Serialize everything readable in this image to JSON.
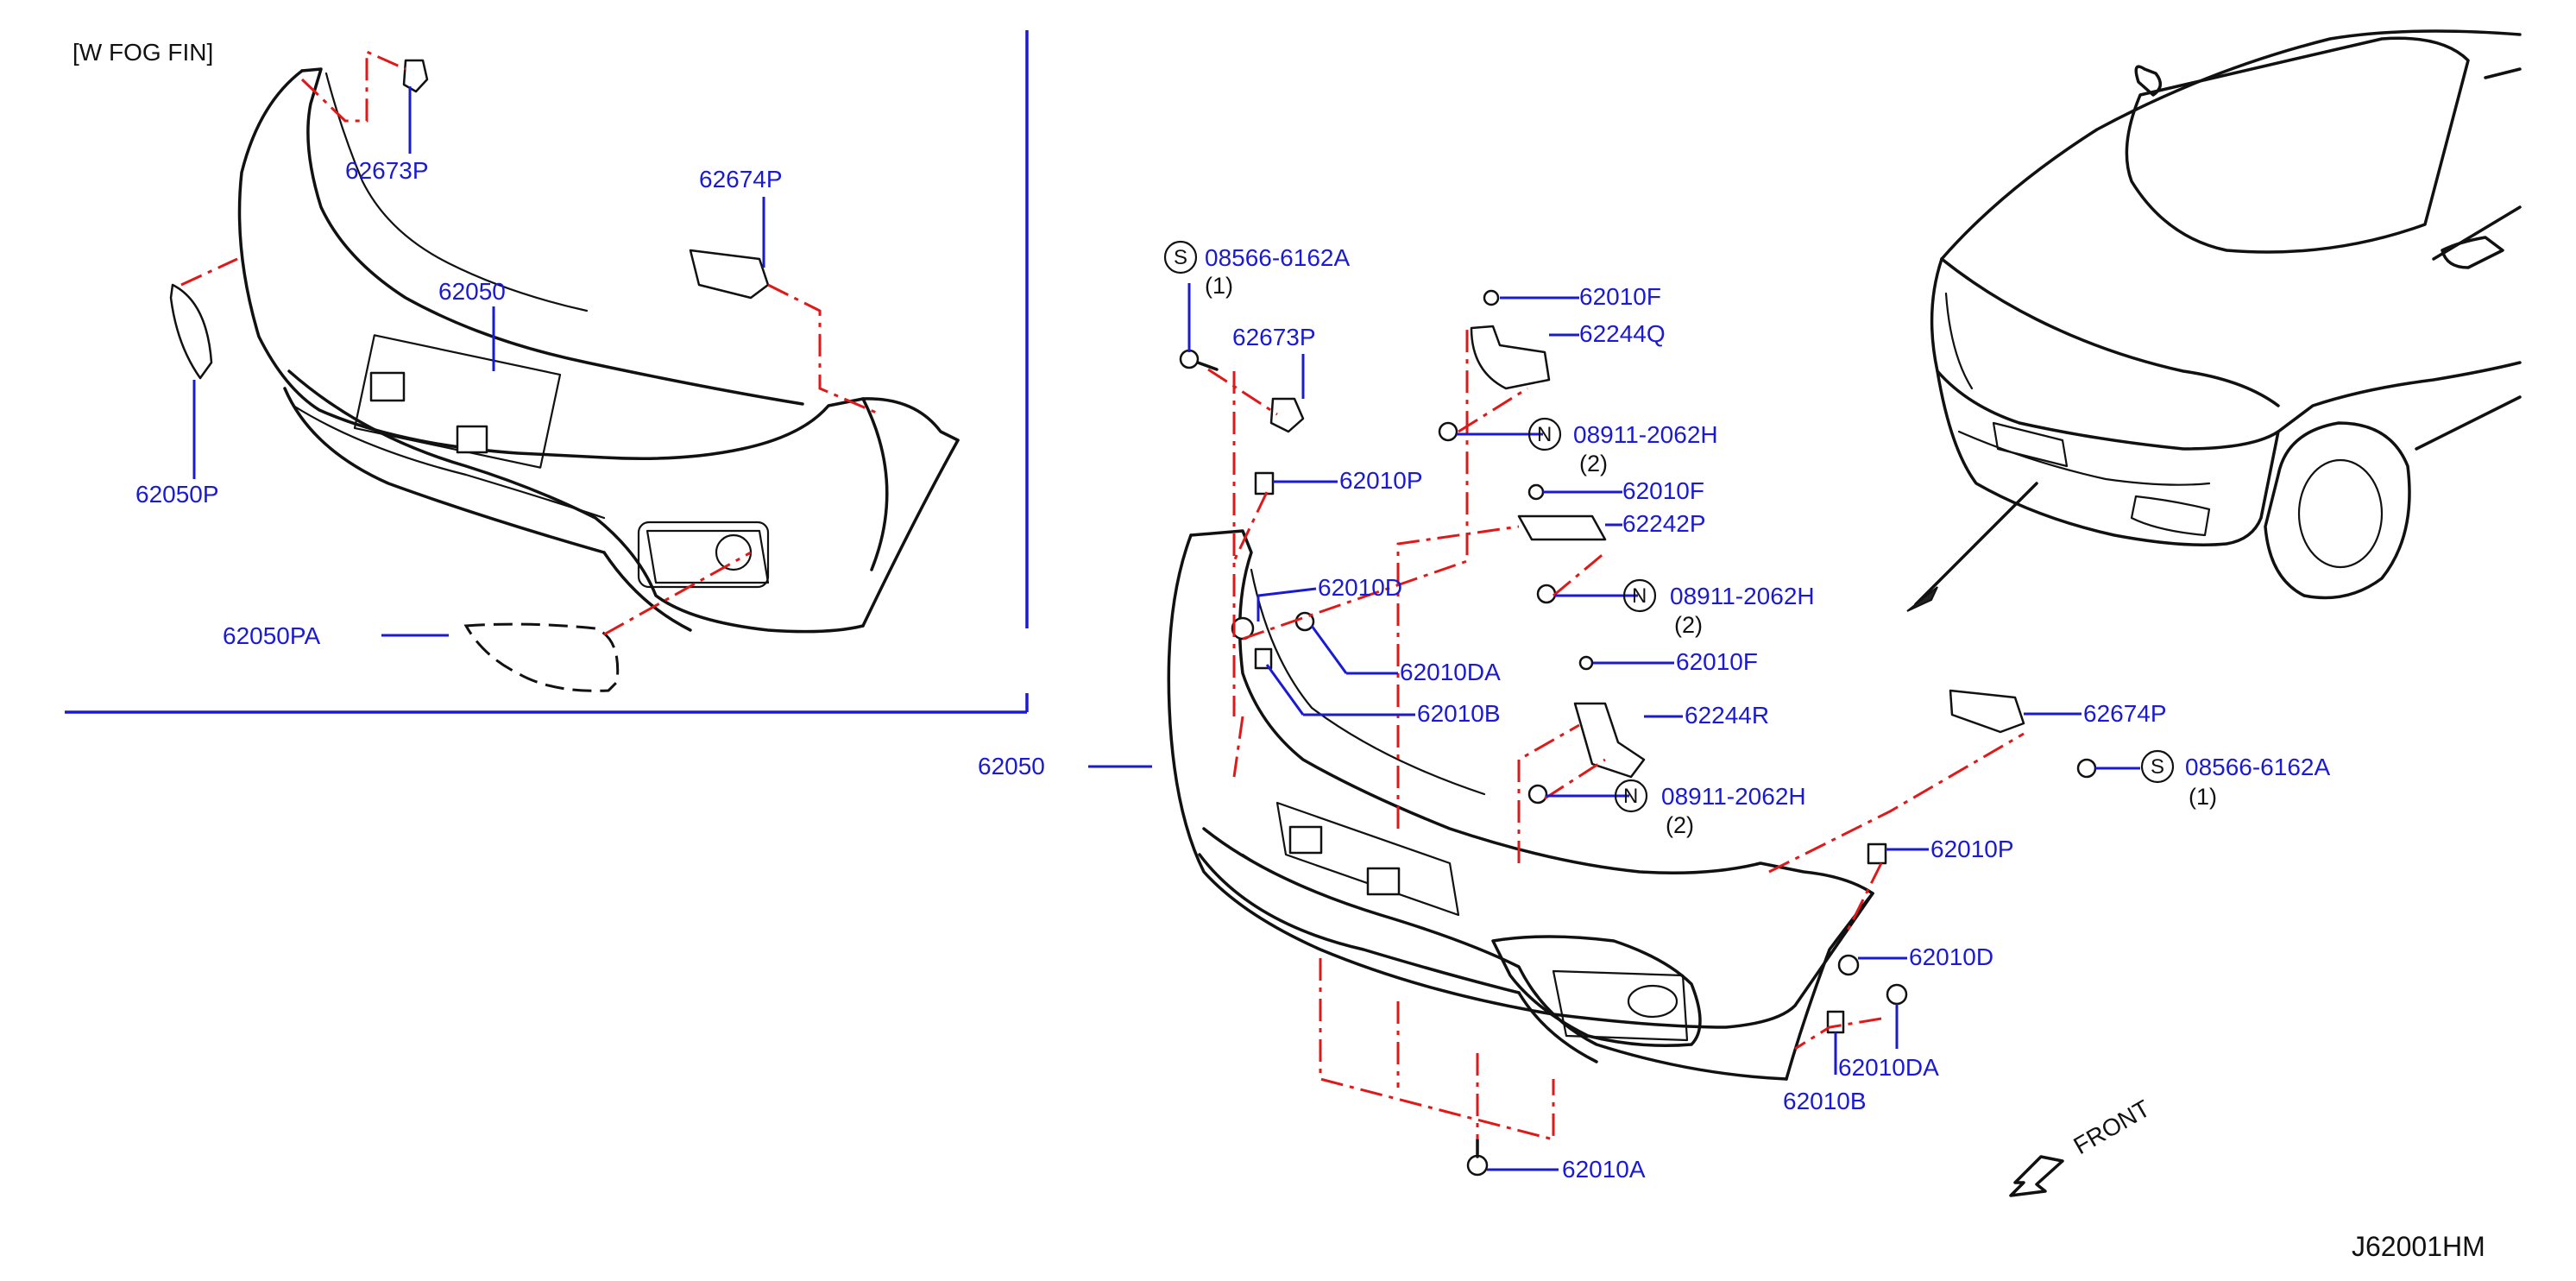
{
  "diagram_code": "J62001HM",
  "variant_note": "[W   FOG   FIN]",
  "front_label": "FRONT",
  "inset": {
    "labels": {
      "bracket_left": "62673P",
      "bracket_right": "62674P",
      "bumper": "62050",
      "side_cover": "62050P",
      "fog_finisher": "62050PA"
    }
  },
  "main": {
    "labels": {
      "screw_top_left": {
        "symbol": "S",
        "part": "08566-6162A",
        "qty": "(1)"
      },
      "bracket_left": "62673P",
      "clip_f_upper": "62010F",
      "bracket_q": "62244Q",
      "nut_1": {
        "symbol": "N",
        "part": "08911-2062H",
        "qty": "(2)"
      },
      "clip_p_left": "62010P",
      "clip_f_mid": "62010F",
      "bracket_p": "62242P",
      "clip_d_left": "62010D",
      "nut_2": {
        "symbol": "N",
        "part": "08911-2062H",
        "qty": "(2)"
      },
      "clip_da_left": "62010DA",
      "clip_f_lower": "62010F",
      "clip_b_left": "62010B",
      "bracket_r": "62244R",
      "bumper": "62050",
      "nut_3": {
        "symbol": "N",
        "part": "08911-2062H",
        "qty": "(2)"
      },
      "bracket_right": "62674P",
      "screw_right": {
        "symbol": "S",
        "part": "08566-6162A",
        "qty": "(1)"
      },
      "clip_p_right": "62010P",
      "clip_d_right": "62010D",
      "clip_da_right": "62010DA",
      "clip_b_right": "62010B",
      "clip_a": "62010A"
    }
  }
}
